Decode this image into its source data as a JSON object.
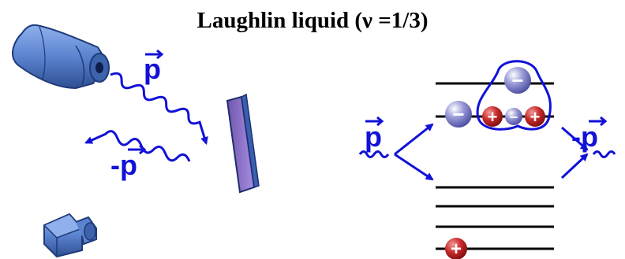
{
  "title": "Laughlin liquid (ν =1/3)",
  "labels": {
    "p_incoming_left": "p",
    "p_outgoing_left": "-p",
    "p_incoming_right": "p",
    "p_outgoing_right": "-p"
  },
  "signs": {
    "minus": "−",
    "plus": "+"
  },
  "colors": {
    "wave_blue": "#1111d8",
    "device_blue": "#5b83cf",
    "mirror_purple": "#8a6fc6",
    "electron_lavender": "#7878c8",
    "hole_red": "#c21b1b",
    "level_black": "#000000"
  }
}
